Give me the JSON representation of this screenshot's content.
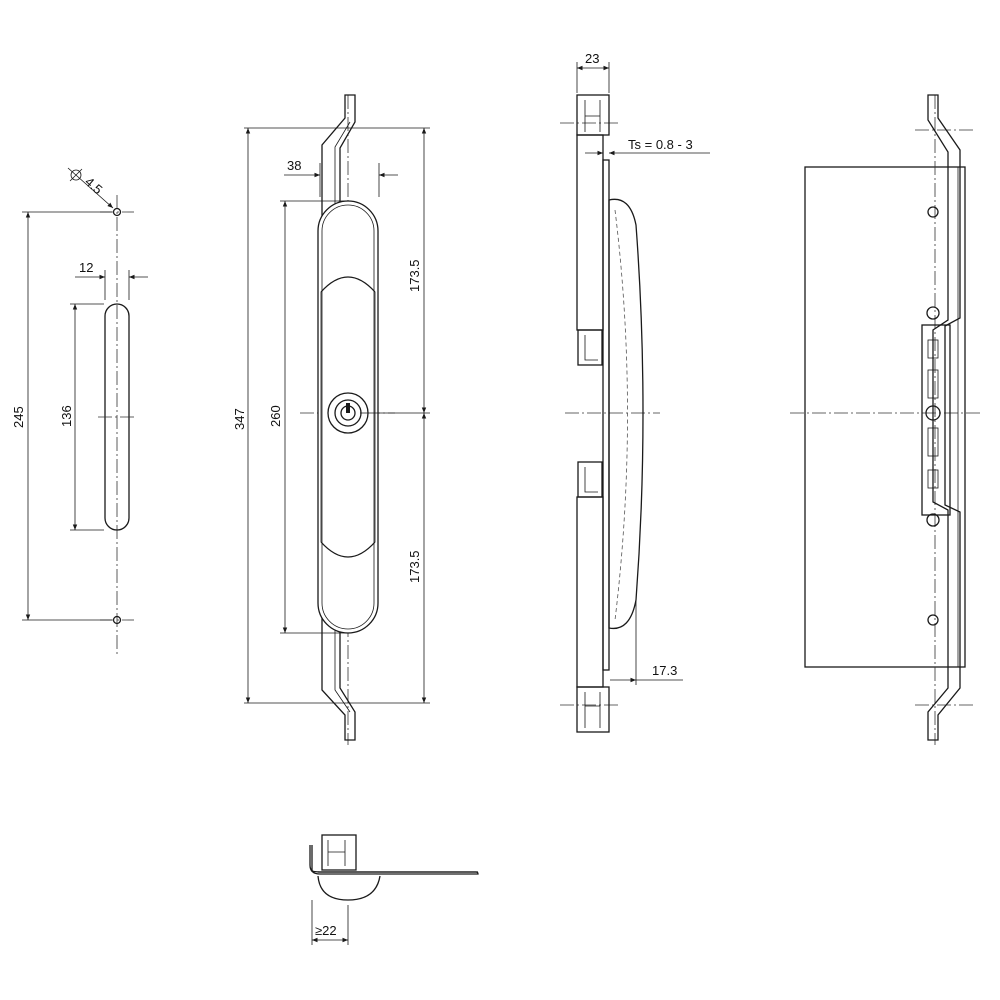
{
  "dimensions": {
    "hole_diameter": "4.5",
    "slot_width": "12",
    "slot_length": "136",
    "hole_spacing": "245",
    "overall_length": "347",
    "handle_length": "260",
    "handle_width": "38",
    "half_length_upper": "173.5",
    "half_length_lower": "173.5",
    "side_depth": "23",
    "sheet_thickness": "Ts = 0.8 - 3",
    "handle_projection": "17.3",
    "min_clearance": "≥22"
  },
  "colors": {
    "line": "#1a1a1a",
    "background": "#ffffff"
  }
}
